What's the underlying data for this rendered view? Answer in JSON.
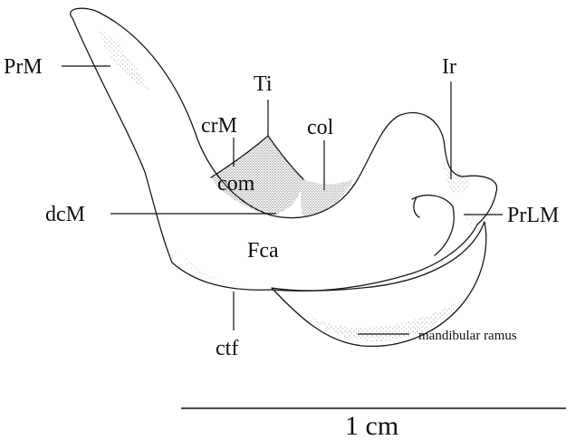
{
  "labels": {
    "prm": "PrM",
    "ti": "Ti",
    "crm": "crM",
    "col": "col",
    "com": "com",
    "dcm": "dcM",
    "ir": "Ir",
    "prlm": "PrLM",
    "fca": "Fca",
    "ctf": "ctf",
    "mandibular_ramus": "mandibular ramus"
  },
  "scale_bar": {
    "label": "1 cm"
  }
}
